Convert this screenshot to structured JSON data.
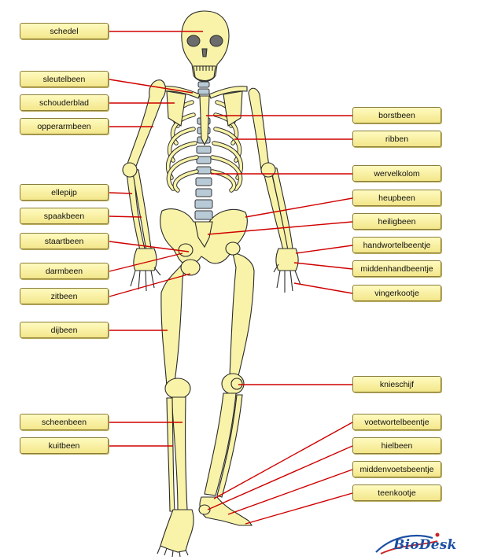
{
  "left_labels": [
    "schedel",
    "sleutelbeen",
    "schouderblad",
    "opperarmbeen",
    "ellepijp",
    "spaakbeen",
    "staartbeen",
    "darmbeen",
    "zitbeen",
    "dijbeen",
    "scheenbeen",
    "kuitbeen"
  ],
  "right_labels": [
    "borstbeen",
    "ribben",
    "wervelkolom",
    "heupbeen",
    "heiligbeen",
    "handwortelbeentje",
    "middenhandbeentje",
    "vingerkootje",
    "knieschijf",
    "voetwortelbeentje",
    "hielbeen",
    "middenvoetsbeentje",
    "teenkootje"
  ],
  "logo": "BioDesk",
  "colors": {
    "bone": "#f8f3a8",
    "leader_line": "#d00000",
    "label_fill": "#fdf4a6",
    "logo_blue": "#1d4fa3",
    "logo_red": "#cc2222"
  }
}
